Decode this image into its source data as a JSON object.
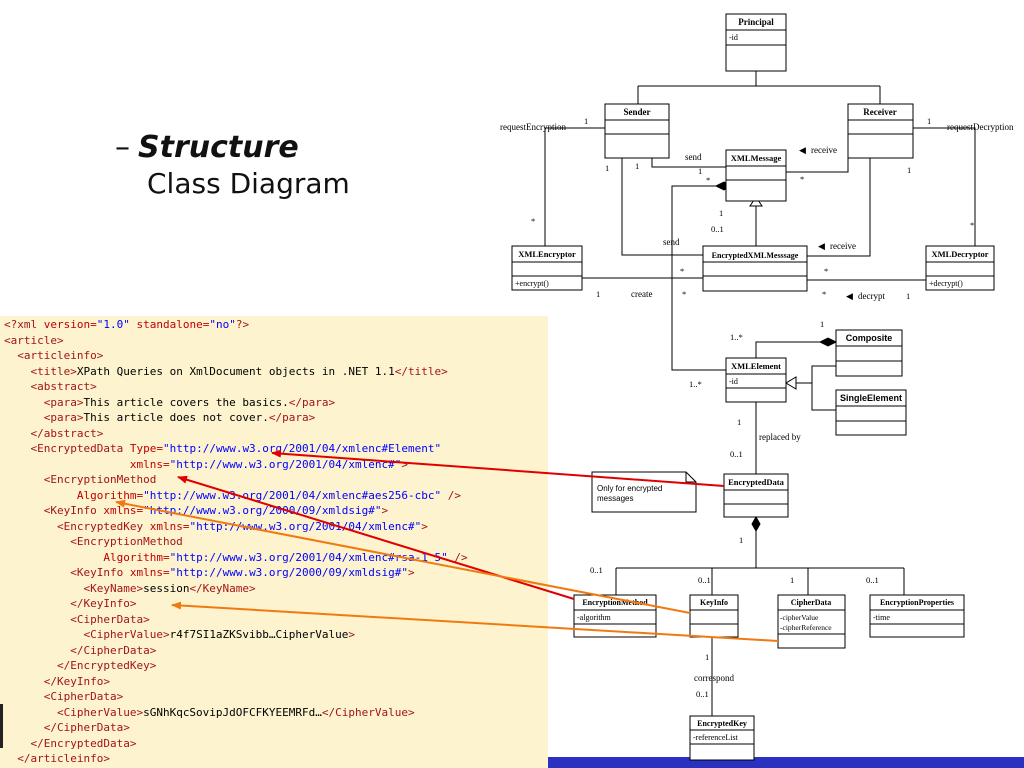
{
  "heading": {
    "dash": "–",
    "title": "Structure",
    "subtitle": "Class Diagram"
  },
  "xml_lines": [
    [
      {
        "c": "t",
        "s": "<?xml "
      },
      {
        "c": "a",
        "s": "version="
      },
      {
        "c": "v",
        "s": "\"1.0\" "
      },
      {
        "c": "a",
        "s": "standalone="
      },
      {
        "c": "v",
        "s": "\"no\""
      },
      {
        "c": "t",
        "s": "?>"
      }
    ],
    [
      {
        "c": "t",
        "s": "<article>"
      }
    ],
    [
      {
        "c": "t",
        "s": "  <articleinfo>"
      }
    ],
    [
      {
        "c": "t",
        "s": "    <title>"
      },
      {
        "c": "x",
        "s": "XPath Queries on XmlDocument objects in .NET 1.1"
      },
      {
        "c": "t",
        "s": "</title>"
      }
    ],
    [
      {
        "c": "t",
        "s": "    <abstract>"
      }
    ],
    [
      {
        "c": "t",
        "s": "      <para>"
      },
      {
        "c": "x",
        "s": "This article covers the basics."
      },
      {
        "c": "t",
        "s": "</para>"
      }
    ],
    [
      {
        "c": "t",
        "s": "      <para>"
      },
      {
        "c": "x",
        "s": "This article does not cover."
      },
      {
        "c": "t",
        "s": "</para>"
      }
    ],
    [
      {
        "c": "t",
        "s": "    </abstract>"
      }
    ],
    [
      {
        "c": "t",
        "s": "    <EncryptedData "
      },
      {
        "c": "a",
        "s": "Type="
      },
      {
        "c": "v",
        "s": "\"http://www.w3.org/2001/04/xmlenc#Element\""
      }
    ],
    [
      {
        "c": "a",
        "s": "                   xmlns="
      },
      {
        "c": "v",
        "s": "\"http://www.w3.org/2001/04/xmlenc#\""
      },
      {
        "c": "t",
        "s": ">"
      }
    ],
    [
      {
        "c": "t",
        "s": "      <EncryptionMethod"
      }
    ],
    [
      {
        "c": "a",
        "s": "           Algorithm="
      },
      {
        "c": "v",
        "s": "\"http://www.w3.org/2001/04/xmlenc#aes256-cbc\""
      },
      {
        "c": "t",
        "s": " />"
      }
    ],
    [
      {
        "c": "t",
        "s": "      <KeyInfo "
      },
      {
        "c": "a",
        "s": "xmlns="
      },
      {
        "c": "v",
        "s": "\"http://www.w3.org/2000/09/xmldsig#\""
      },
      {
        "c": "t",
        "s": ">"
      }
    ],
    [
      {
        "c": "t",
        "s": "        <EncryptedKey "
      },
      {
        "c": "a",
        "s": "xmlns="
      },
      {
        "c": "v",
        "s": "\"http://www.w3.org/2001/04/xmlenc#\""
      },
      {
        "c": "t",
        "s": ">"
      }
    ],
    [
      {
        "c": "t",
        "s": "          <EncryptionMethod"
      }
    ],
    [
      {
        "c": "a",
        "s": "               Algorithm="
      },
      {
        "c": "v",
        "s": "\"http://www.w3.org/2001/04/xmlenc#rsa-1_5\""
      },
      {
        "c": "t",
        "s": " />"
      }
    ],
    [
      {
        "c": "t",
        "s": "          <KeyInfo "
      },
      {
        "c": "a",
        "s": "xmlns="
      },
      {
        "c": "v",
        "s": "\"http://www.w3.org/2000/09/xmldsig#\""
      },
      {
        "c": "t",
        "s": ">"
      }
    ],
    [
      {
        "c": "t",
        "s": "            <KeyName>"
      },
      {
        "c": "x",
        "s": "session"
      },
      {
        "c": "t",
        "s": "</KeyName>"
      }
    ],
    [
      {
        "c": "t",
        "s": "          </KeyInfo>"
      }
    ],
    [
      {
        "c": "t",
        "s": "          <CipherData>"
      }
    ],
    [
      {
        "c": "t",
        "s": "            <CipherValue>"
      },
      {
        "c": "x",
        "s": "r4f7SI1aZKSvibb…CipherValue"
      },
      {
        "c": "t",
        "s": ">"
      }
    ],
    [
      {
        "c": "t",
        "s": "          </CipherData>"
      }
    ],
    [
      {
        "c": "t",
        "s": "        </EncryptedKey>"
      }
    ],
    [
      {
        "c": "t",
        "s": "      </KeyInfo>"
      }
    ],
    [
      {
        "c": "t",
        "s": "      <CipherData>"
      }
    ],
    [
      {
        "c": "t",
        "s": "        <CipherValue>"
      },
      {
        "c": "x",
        "s": "sGNhKqcSovipJdOFCFKYEEMRFd…"
      },
      {
        "c": "t",
        "s": "</CipherValue>"
      }
    ],
    [
      {
        "c": "t",
        "s": "      </CipherData>"
      }
    ],
    [
      {
        "c": "t",
        "s": "    </EncryptedData>"
      }
    ],
    [
      {
        "c": "t",
        "s": "  </articleinfo>"
      }
    ],
    [
      {
        "c": "t",
        "s": "</article>"
      }
    ]
  ],
  "classes": {
    "principal": {
      "name": "Principal",
      "attr": "-id"
    },
    "sender": {
      "name": "Sender"
    },
    "receiver": {
      "name": "Receiver"
    },
    "xmlmessage": {
      "name": "XMLMessage"
    },
    "xmlencryptor": {
      "name": "XMLEncryptor",
      "op": "+encrypt()"
    },
    "encryptedxmlmessage": {
      "name": "EncryptedXMLMesssage"
    },
    "xmldecryptor": {
      "name": "XMLDecryptor",
      "op": "+decrypt()"
    },
    "composite": {
      "name": "Composite"
    },
    "xmlelement": {
      "name": "XMLElement",
      "attr": "-id"
    },
    "singleelement": {
      "name": "SingleElement"
    },
    "encrypteddata": {
      "name": "EncryptedData"
    },
    "encryptionmethod": {
      "name": "EncryptionMethod",
      "attr": "-algorithm"
    },
    "keyinfo": {
      "name": "KeyInfo"
    },
    "cipherdata": {
      "name": "CipherData",
      "attr1": "-cipherValue",
      "attr2": "-cipherReference"
    },
    "encryptionproperties": {
      "name": "EncryptionProperties",
      "attr": "-time"
    },
    "encryptedkey": {
      "name": "EncryptedKey",
      "attr": "-referenceList"
    }
  },
  "note": {
    "line1": "Only for encrypted",
    "line2": "messages"
  },
  "labels": {
    "requestEncryption": "requestEncryption",
    "requestDecryption": "requestDecryption",
    "send": "send",
    "send2": "send",
    "receive": "receive",
    "receive2": "receive",
    "create": "create",
    "decrypt": "decrypt",
    "replacedBy": "replaced by",
    "correspond": "correspond",
    "arrow": "◀"
  },
  "multiplicities": {
    "one": "1",
    "star": "*",
    "zeroOne": "0..1",
    "oneStar": "1..*"
  }
}
